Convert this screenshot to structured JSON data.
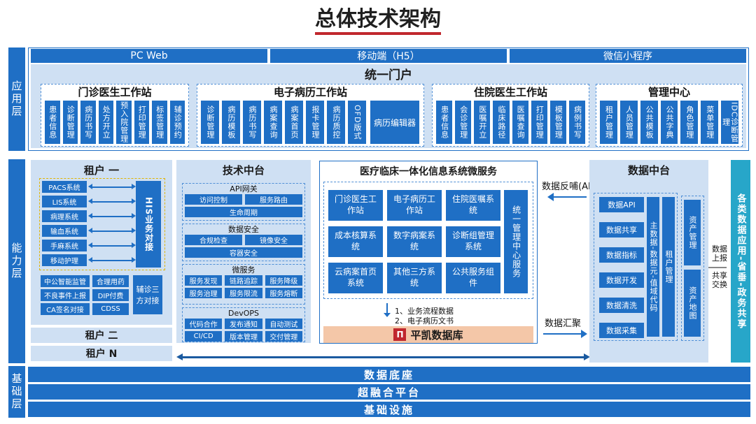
{
  "title": "总体技术架构",
  "layers": {
    "app": "应用层",
    "capability": "能力层",
    "base": "基础层"
  },
  "channels": [
    "PC Web",
    "移动端（H5）",
    "微信小程序"
  ],
  "portal": "统一门户",
  "app_groups": [
    {
      "name": "门诊医生工作站",
      "items": [
        "患者信息",
        "诊断管理",
        "病历书写",
        "处方开立",
        "预入院管理",
        "打印管理",
        "标签管理",
        "辅诊预约"
      ]
    },
    {
      "name": "电子病历工作站",
      "items": [
        "诊断管理",
        "病历模板",
        "病历书写",
        "病案查询",
        "病案首页",
        "报卡管理",
        "病历质控",
        "OFD版式"
      ],
      "wide": "病历编辑器"
    },
    {
      "name": "住院医生工作站",
      "items": [
        "患者信息",
        "会诊管理",
        "医嘱开立",
        "临床路径",
        "医嘱查询",
        "打印管理",
        "模板管理",
        "病例书写"
      ]
    },
    {
      "name": "管理中心",
      "items": [
        "租户管理",
        "人员管理",
        "公共模板",
        "公共字典",
        "角色管理",
        "菜单管理",
        "IDC诊断管理"
      ]
    }
  ],
  "tenant": {
    "title": "租户 一",
    "systems": [
      "PACS系统",
      "LIS系统",
      "病理系统",
      "输血系统",
      "手麻系统",
      "移动护理"
    ],
    "his": "HIS业务对接",
    "bottom": [
      "中公智能监管",
      "合理用药",
      "不良事件上报",
      "DIP付费",
      "CA签名对接",
      "CDSS"
    ],
    "assist": "辅诊三方对接",
    "tenant2": "租户 二",
    "tenantN": "租户 N"
  },
  "tech": {
    "title": "技术中台",
    "sections": [
      {
        "name": "API网关",
        "rows": [
          [
            "访问控制",
            "服务路由"
          ],
          [
            "生命周期"
          ]
        ]
      },
      {
        "name": "数据安全",
        "rows": [
          [
            "合规检查",
            "镜像安全"
          ],
          [
            "容器安全"
          ]
        ]
      },
      {
        "name": "微服务",
        "rows": [
          [
            "服务发现",
            "链路追踪",
            "服务降级"
          ],
          [
            "服务治理",
            "服务限流",
            "服务熔断"
          ]
        ]
      },
      {
        "name": "DevOPS",
        "rows": [
          [
            "代码合作",
            "发布通知",
            "自动测试"
          ],
          [
            "CI/CD",
            "版本管理",
            "交付管理"
          ]
        ]
      }
    ]
  },
  "micro": {
    "title": "医疗临床一体化信息系统微服务",
    "cells": [
      "门诊医生工作站",
      "电子病历工作站",
      "住院医嘱系统",
      "成本核算系统",
      "数字病案系统",
      "诊断组管理系统",
      "云病案首页系统",
      "其他三方系统",
      "公共服务组件"
    ],
    "mgmt": "统一管理中心服务",
    "notes": [
      "1、业务流程数据",
      "2、电子病历文书"
    ],
    "db": "平凯数据库"
  },
  "feedback": "数据反哺(API)",
  "collect": "数据汇聚",
  "data_center": {
    "title": "数据中台",
    "items": [
      "数据API",
      "数据共享",
      "数据指标",
      "数据开发",
      "数据清洗",
      "数据采集"
    ],
    "master": "主数据-数据元-值域代码",
    "tenant_mgmt": "租户管理",
    "asset1": "资产管理",
    "asset2": "资产地图"
  },
  "report": "数据上报",
  "exchange": "共享交换",
  "apps_right": "各类数据应用-省垂-政务共享",
  "base": [
    "数据底座",
    "超融合平台",
    "基础设施"
  ]
}
